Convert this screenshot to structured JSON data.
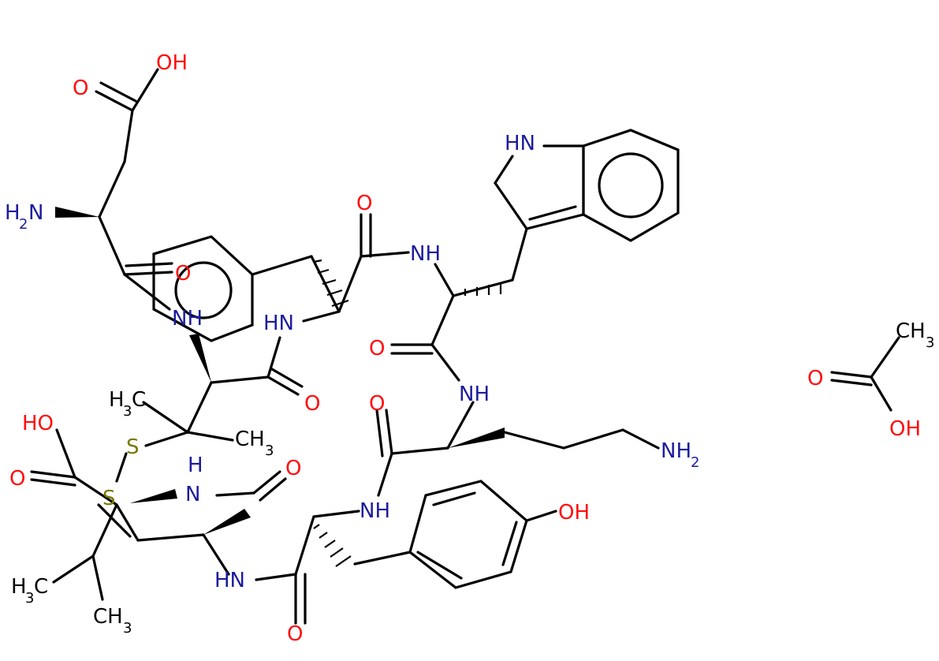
{
  "colors": {
    "bond": "#000000",
    "oxygen": "#ff0d0d",
    "nitrogen": "#1c1c9c",
    "sulfur": "#7a7a00",
    "background": "#ffffff"
  },
  "atoms": {
    "oh_top": "OH",
    "o_asp": "O",
    "h2n_main": "H2N",
    "o_inner": "O",
    "nh_inner": "NH",
    "hn_left": "HN",
    "o_top_amide": "O",
    "nh_top_amide": "NH",
    "hn_indole": "HN",
    "o_trp": "O",
    "nh_trp": "NH",
    "o_mid_left": "O",
    "h3c_mid": "H3C",
    "ch3_mid": "CH3",
    "s_upper": "S",
    "s_lower": "S",
    "ho_left": "HO",
    "o_acid_left": "O",
    "h_nh": "H",
    "n_nh": "N",
    "o_ring_lower": "O",
    "o_lys": "O",
    "nh2_lys": "NH2",
    "nh_tyr": "NH",
    "oh_tyr": "OH",
    "hn_bottom": "HN",
    "o_bottom": "O",
    "h3c_bottom": "H3C",
    "ch3_bottom": "CH3",
    "ch3_acetic": "CH3",
    "o_acetic": "O",
    "oh_acetic": "OH"
  }
}
